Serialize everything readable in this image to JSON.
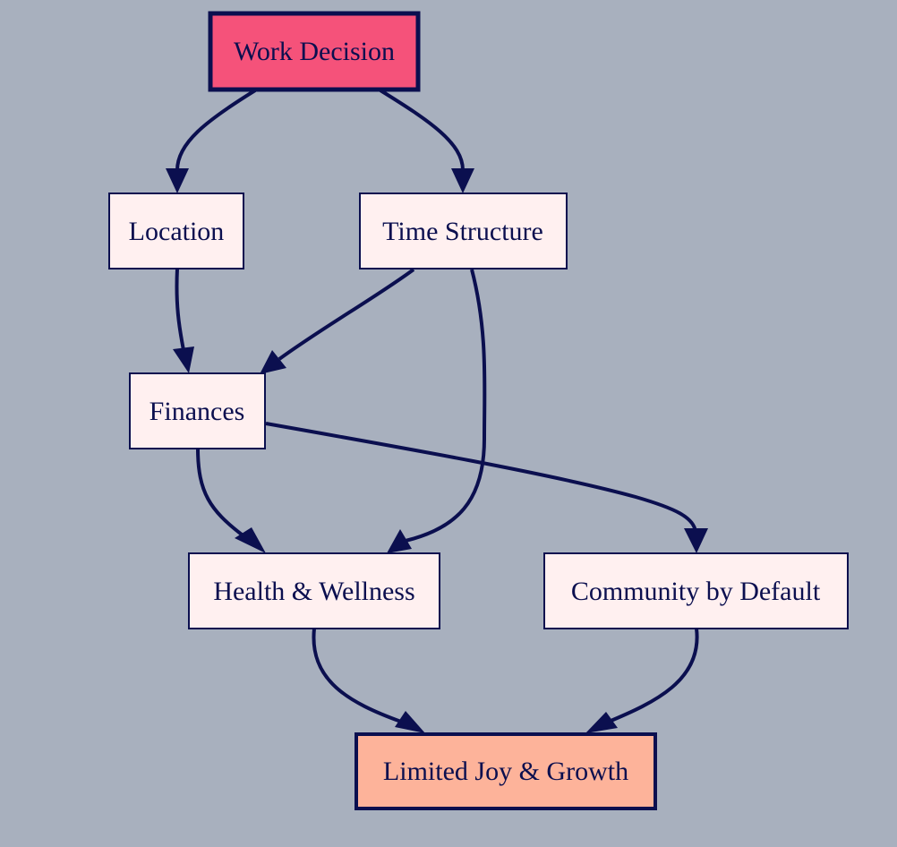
{
  "diagram": {
    "nodes": {
      "work_decision": {
        "label": "Work Decision",
        "role": "start"
      },
      "location": {
        "label": "Location",
        "role": "intermediate"
      },
      "time_structure": {
        "label": "Time Structure",
        "role": "intermediate"
      },
      "finances": {
        "label": "Finances",
        "role": "intermediate"
      },
      "health_wellness": {
        "label": "Health & Wellness",
        "role": "intermediate"
      },
      "community_default": {
        "label": "Community by Default",
        "role": "intermediate"
      },
      "limited_joy": {
        "label": "Limited Joy & Growth",
        "role": "outcome"
      }
    },
    "edges": [
      {
        "from": "work_decision",
        "to": "location"
      },
      {
        "from": "work_decision",
        "to": "time_structure"
      },
      {
        "from": "location",
        "to": "finances"
      },
      {
        "from": "time_structure",
        "to": "finances"
      },
      {
        "from": "time_structure",
        "to": "health_wellness"
      },
      {
        "from": "finances",
        "to": "health_wellness"
      },
      {
        "from": "finances",
        "to": "community_default"
      },
      {
        "from": "health_wellness",
        "to": "limited_joy"
      },
      {
        "from": "community_default",
        "to": "limited_joy"
      }
    ],
    "colors": {
      "background": "#a8b0be",
      "start_fill": "#f5527a",
      "outcome_fill": "#fdb39a",
      "node_fill": "#fff0f0",
      "stroke": "#0b0f4f",
      "text": "#0b0f4f"
    }
  }
}
